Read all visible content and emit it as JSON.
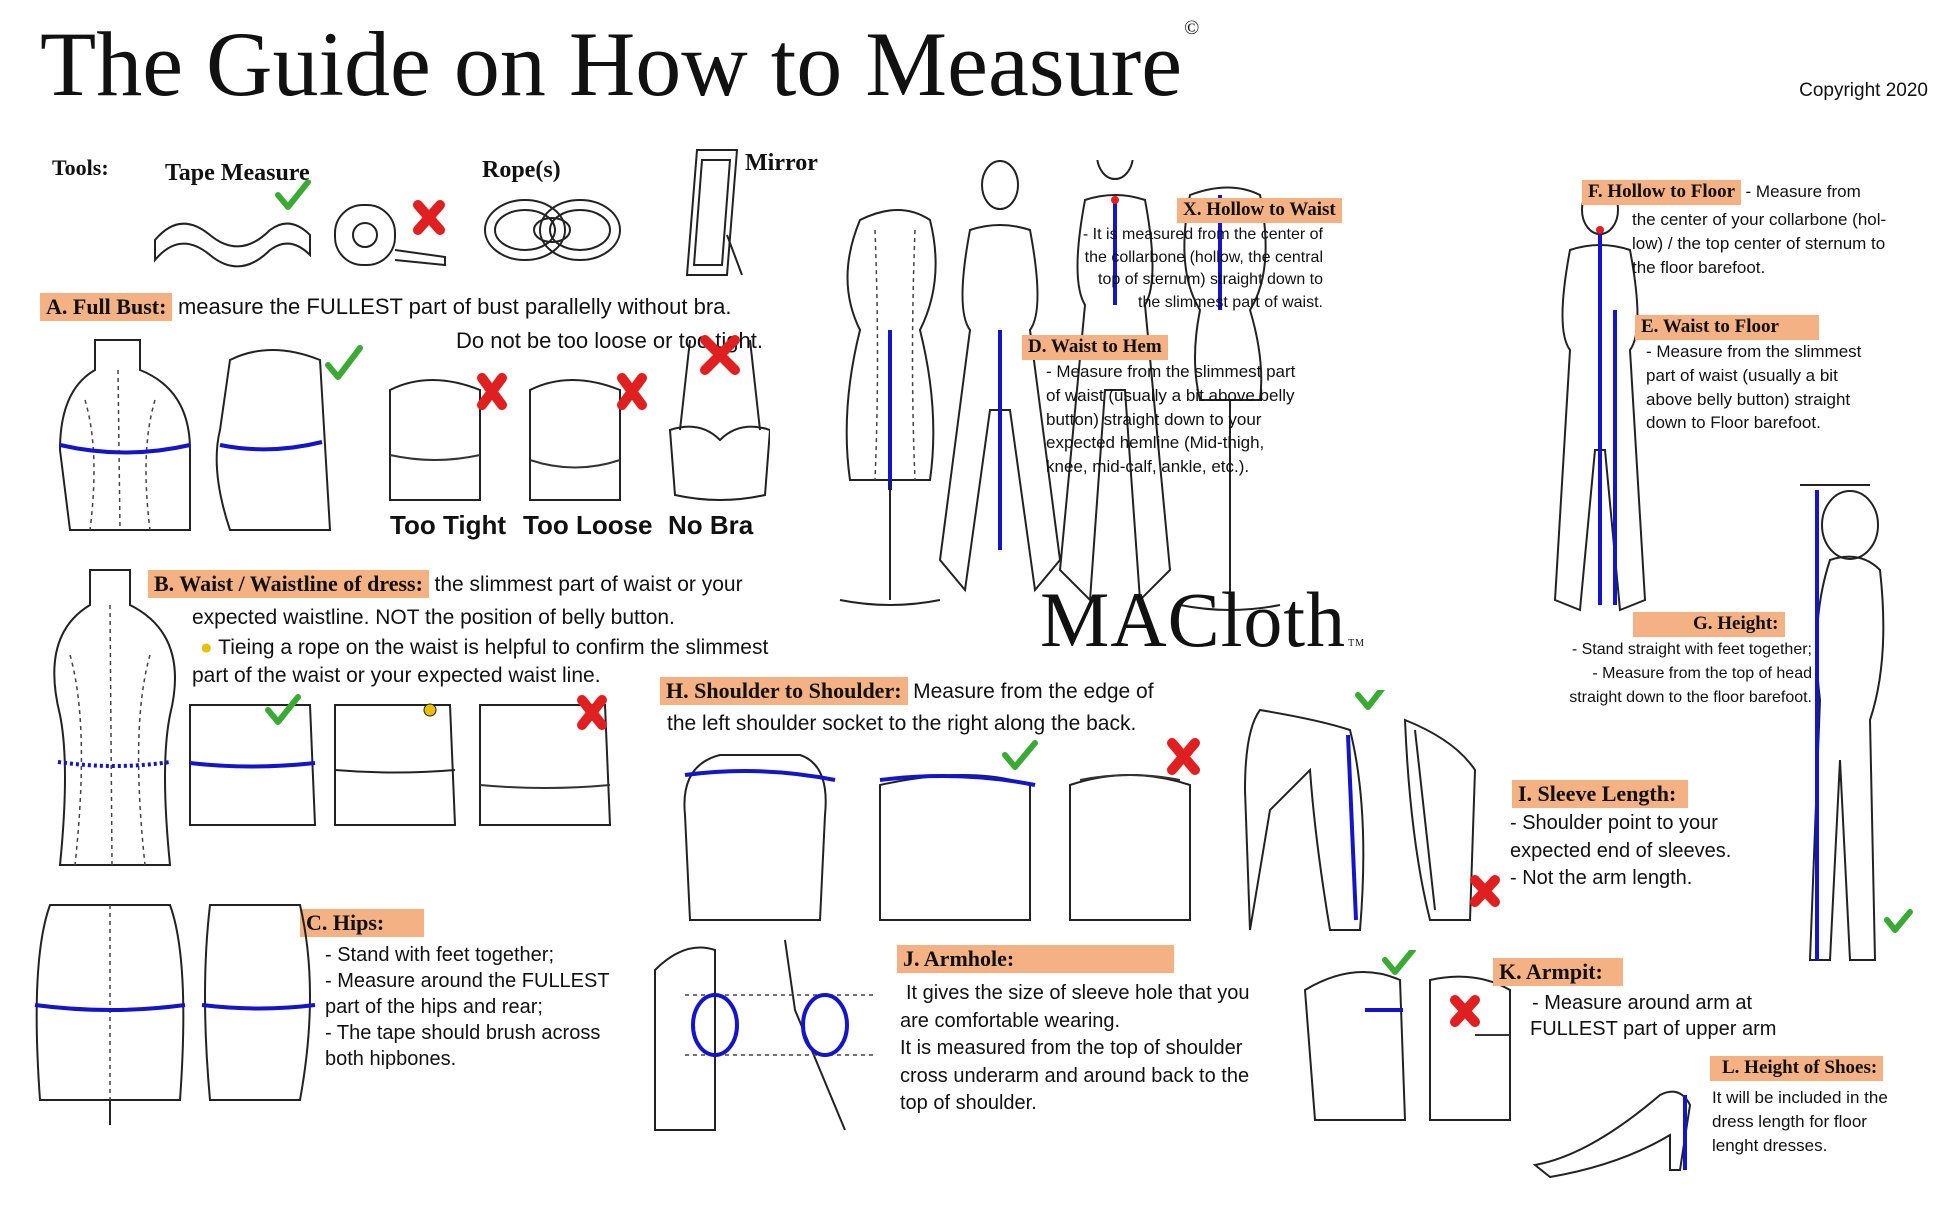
{
  "title": "The Guide on How to Measure",
  "title_mark": "©",
  "copyright": "Copyright 2020",
  "brand": {
    "name": "MACloth",
    "tm": "TM"
  },
  "tools": {
    "label": "Tools:",
    "tape": "Tape Measure",
    "rope": "Rope(s)",
    "mirror": "Mirror"
  },
  "bust": {
    "tag": "A. Full Bust:",
    "line1": "measure the FULLEST part of bust parallelly without bra.",
    "line2": "Do not be too loose or too tight.",
    "too_tight": "Too Tight",
    "too_loose": "Too Loose",
    "no_bra": "No Bra"
  },
  "waist": {
    "tag": "B. Waist / Waistline of dress:",
    "line1": "the slimmest part of waist or your",
    "line2": "expected waistline. NOT the position of belly button.",
    "line3": "Tieing a rope on the waist is helpful to confirm the slimmest",
    "line4": "part of the waist or your expected waist line."
  },
  "hips": {
    "tag": "C. Hips:",
    "line1": "- Stand with feet together;",
    "line2": "- Measure around the FULLEST",
    "line3": "part of the hips and rear;",
    "line4": "- The tape should brush across",
    "line5": "both hipbones."
  },
  "waist_hem": {
    "tag": "D. Waist to Hem",
    "line1": "- Measure from the slimmest part",
    "line2": "of waist (usually a  bit  above belly",
    "line3": "button) straight down to your",
    "line4": "expected hemline (Mid-thigh,",
    "line5": "knee, mid-calf, ankle, etc.)."
  },
  "hollow_waist": {
    "tag": "X. Hollow to Waist",
    "line1": "- It is measured from the center of",
    "line2": "the collarbone (hollow, the central",
    "line3": "top of sternum) straight down to",
    "line4": "the slimmest part of waist."
  },
  "hollow_floor": {
    "tag": "F. Hollow to Floor",
    "line1": "- Measure from",
    "line2": "the center of your collarbone (hol-",
    "line3": "low) / the top center of sternum to",
    "line4": "the floor barefoot."
  },
  "waist_floor": {
    "tag": "E. Waist to Floor",
    "line1": "- Measure from the slimmest",
    "line2": "part of waist (usually a  bit",
    "line3": "above belly button) straight",
    "line4": "down to Floor barefoot."
  },
  "height": {
    "tag": "G. Height:",
    "line1": "- Stand straight with feet together;",
    "line2": "- Measure from the top of head",
    "line3": "straight down to the  floor barefoot."
  },
  "shoulder": {
    "tag": "H. Shoulder to Shoulder:",
    "line1": "Measure from the edge of",
    "line2": "the left shoulder socket to the right along the back."
  },
  "sleeve": {
    "tag": "I. Sleeve Length:",
    "line1": "- Shoulder point to your",
    "line2": "expected end of sleeves.",
    "line3": "- Not the arm length."
  },
  "armhole": {
    "tag": "J. Armhole:",
    "line1": "It gives the size of sleeve hole that you",
    "line2": "are comfortable wearing.",
    "line3": "It is measured from the top of shoulder",
    "line4": "cross  underarm and around back to the",
    "line5": "top of shoulder."
  },
  "armpit": {
    "tag": "K. Armpit:",
    "line1": "- Measure around arm at",
    "line2": "FULLEST part of upper arm"
  },
  "shoes": {
    "tag": "L. Height of Shoes:",
    "line1": "It will be included in the",
    "line2": "dress length for floor",
    "line3": "lenght dresses."
  },
  "colors": {
    "highlight": "#f4b183",
    "tape": "#1414c8",
    "wrong": "#e02020",
    "right": "#3aaa35"
  }
}
